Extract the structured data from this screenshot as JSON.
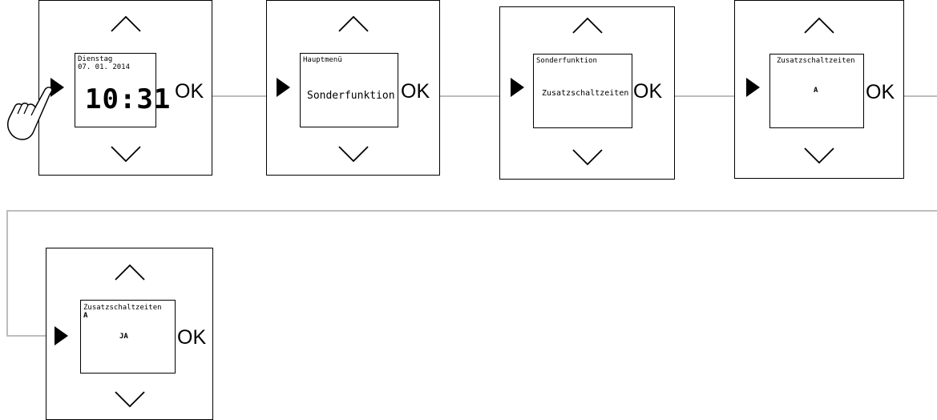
{
  "ok_label": "OK",
  "steps": [
    {
      "line1": "Dienstag",
      "line2": "07. 01. 2014",
      "time": "10:31"
    },
    {
      "title": "Hauptmenü",
      "value": "Sonderfunktion"
    },
    {
      "title": "Sonderfunktion",
      "value": "Zusatzschaltzeiten"
    },
    {
      "title": "Zusatzschaltzeiten",
      "value": "A"
    },
    {
      "title": "Zusatzschaltzeiten",
      "subtitle": "A",
      "value": "JA"
    }
  ],
  "icons": {
    "up": "chevron-up-icon",
    "down": "chevron-down-icon",
    "left": "triangle-right-icon",
    "pointer": "hand-pointer-icon"
  },
  "colors": {
    "connector": "#bdbdbd",
    "outline": "#000000"
  }
}
